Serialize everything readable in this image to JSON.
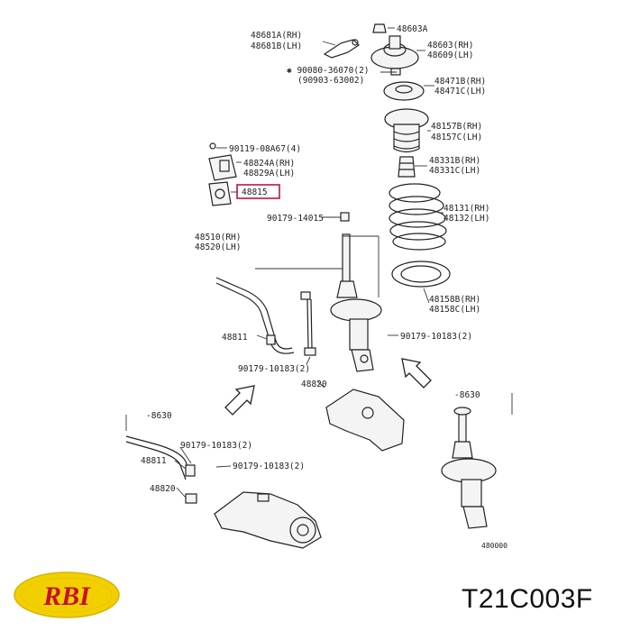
{
  "callouts": [
    {
      "id": "c1",
      "lines": [
        "48681A(RH)",
        "48681B(LH)"
      ]
    },
    {
      "id": "c2",
      "lines": [
        "48603A"
      ]
    },
    {
      "id": "c3",
      "lines": [
        "48603(RH)",
        "48609(LH)"
      ]
    },
    {
      "id": "c4",
      "lines": [
        "✱ 90080-36070(2)",
        "(90903-63002)"
      ]
    },
    {
      "id": "c5",
      "lines": [
        "48471B(RH)",
        "48471C(LH)"
      ]
    },
    {
      "id": "c6",
      "lines": [
        "48157B(RH)",
        "48157C(LH)"
      ]
    },
    {
      "id": "c7",
      "lines": [
        "90119-08A67(4)"
      ]
    },
    {
      "id": "c8",
      "lines": [
        "48824A(RH)",
        "48829A(LH)"
      ]
    },
    {
      "id": "c9",
      "lines": [
        "48331B(RH)",
        "48331C(LH)"
      ]
    },
    {
      "id": "c10",
      "lines": [
        "48815"
      ]
    },
    {
      "id": "c11",
      "lines": [
        "48131(RH)",
        "48132(LH)"
      ]
    },
    {
      "id": "c12",
      "lines": [
        "90179-14015"
      ]
    },
    {
      "id": "c13",
      "lines": [
        "48510(RH)",
        "48520(LH)"
      ]
    },
    {
      "id": "c14",
      "lines": [
        "48158B(RH)",
        "48158C(LH)"
      ]
    },
    {
      "id": "c15",
      "lines": [
        "48811"
      ]
    },
    {
      "id": "c16",
      "lines": [
        "90179-10183(2)"
      ]
    },
    {
      "id": "c17",
      "lines": [
        "90179-10183(2)"
      ]
    },
    {
      "id": "c18",
      "lines": [
        "48820"
      ]
    },
    {
      "id": "c19",
      "lines": [
        "-8630"
      ]
    },
    {
      "id": "c20",
      "lines": [
        "-8630"
      ]
    },
    {
      "id": "c21",
      "lines": [
        "90179-10183(2)"
      ]
    },
    {
      "id": "c22",
      "lines": [
        "48811"
      ]
    },
    {
      "id": "c23",
      "lines": [
        "90179-10183(2)"
      ]
    },
    {
      "id": "c24",
      "lines": [
        "48820"
      ]
    },
    {
      "id": "c25",
      "lines": [
        "480000"
      ]
    }
  ],
  "logo": {
    "text": "RBI",
    "fill_color": "#f2d000",
    "text_color": "#c8102e"
  },
  "part_number": "T21C003F",
  "highlight_color": "#c0143c"
}
